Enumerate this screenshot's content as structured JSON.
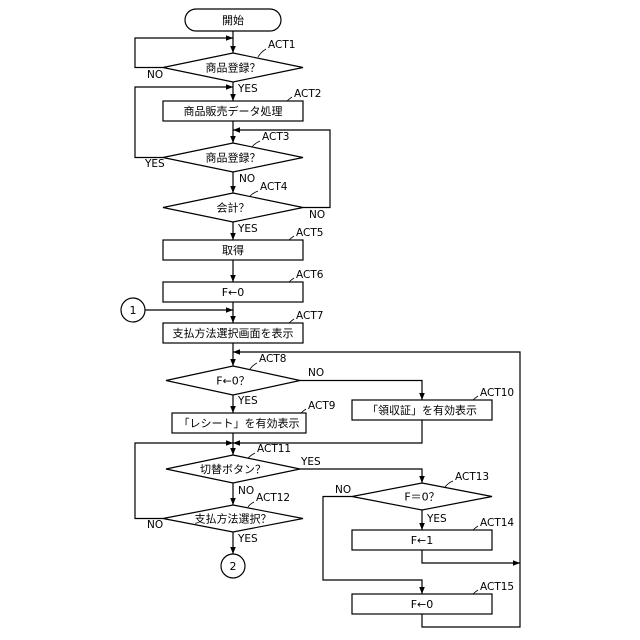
{
  "start": "開始",
  "steps": {
    "act1": {
      "step": "ACT1",
      "text": "商品登録？",
      "yes": "YES",
      "no": "NO"
    },
    "act2": {
      "step": "ACT2",
      "text": "商品販売データ処理"
    },
    "act3": {
      "step": "ACT3",
      "text": "商品登録？",
      "yes": "YES",
      "no": "NO"
    },
    "act4": {
      "step": "ACT4",
      "text": "会計？",
      "yes": "YES",
      "no": "NO"
    },
    "act5": {
      "step": "ACT5",
      "text": "取得"
    },
    "act6": {
      "step": "ACT6",
      "text": "F←0"
    },
    "act7": {
      "step": "ACT7",
      "text": "支払方法選択画面を表示"
    },
    "act8": {
      "step": "ACT8",
      "text": "F←0？",
      "yes": "YES",
      "no": "NO"
    },
    "act9": {
      "step": "ACT9",
      "text": "「レシート」を有効表示"
    },
    "act10": {
      "step": "ACT10",
      "text": "「領収証」を有効表示"
    },
    "act11": {
      "step": "ACT11",
      "text": "切替ボタン？",
      "yes": "YES",
      "no": "NO"
    },
    "act12": {
      "step": "ACT12",
      "text": "支払方法選択？",
      "yes": "YES",
      "no": "NO"
    },
    "act13": {
      "step": "ACT13",
      "text": "F＝0？",
      "yes": "YES",
      "no": "NO"
    },
    "act14": {
      "step": "ACT14",
      "text": "F←1"
    },
    "act15": {
      "step": "ACT15",
      "text": "F←0"
    }
  },
  "connectors": {
    "entry": "1",
    "exit": "2"
  }
}
